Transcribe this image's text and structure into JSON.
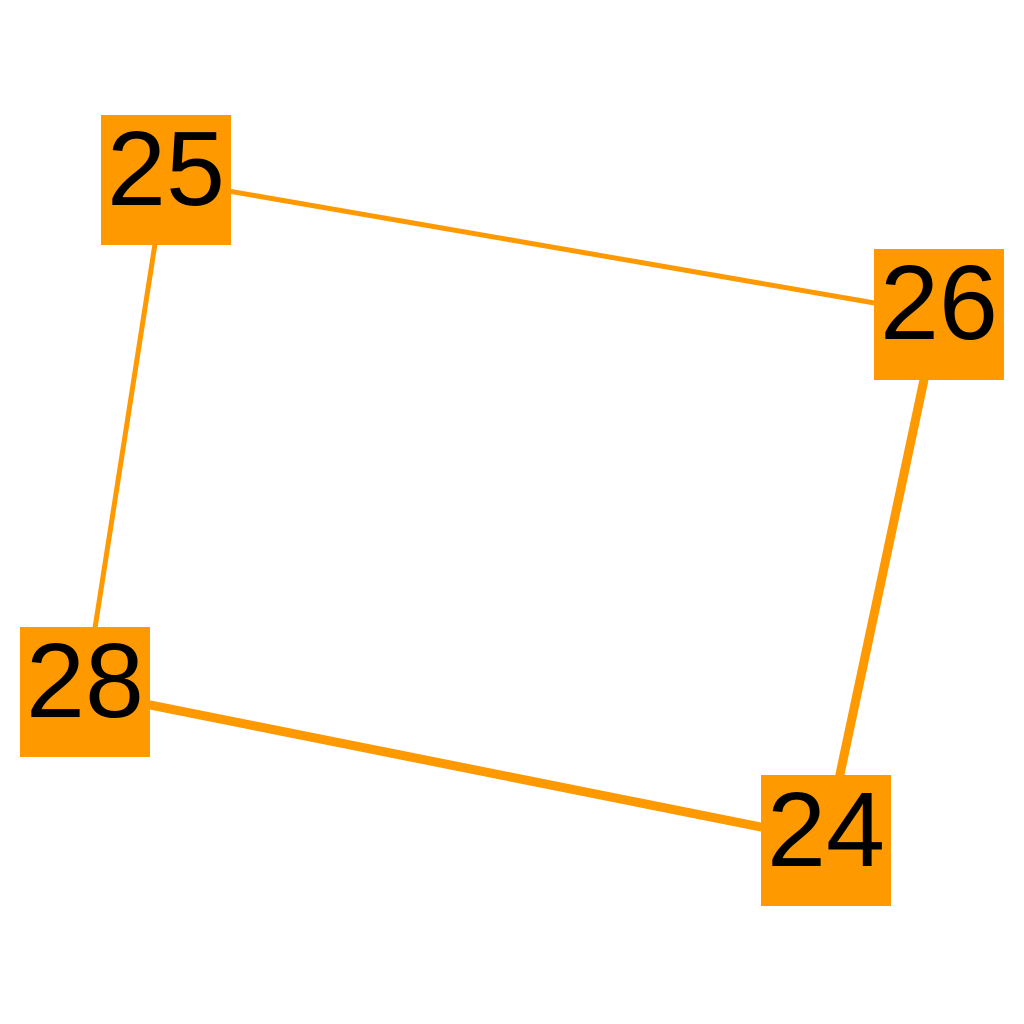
{
  "colors": {
    "node_fill": "#FF9900",
    "edge_stroke": "#FF9900",
    "label": "#000000",
    "background": "#FFFFFF"
  },
  "nodes": [
    {
      "id": "n25",
      "label": "25"
    },
    {
      "id": "n26",
      "label": "26"
    },
    {
      "id": "n28",
      "label": "28"
    },
    {
      "id": "n24",
      "label": "24"
    }
  ],
  "edges": [
    {
      "id": "e25-26",
      "source": "25",
      "target": "26"
    },
    {
      "id": "e25-28",
      "source": "25",
      "target": "28"
    },
    {
      "id": "e26-24",
      "source": "26",
      "target": "24"
    },
    {
      "id": "e28-24",
      "source": "28",
      "target": "24"
    }
  ]
}
